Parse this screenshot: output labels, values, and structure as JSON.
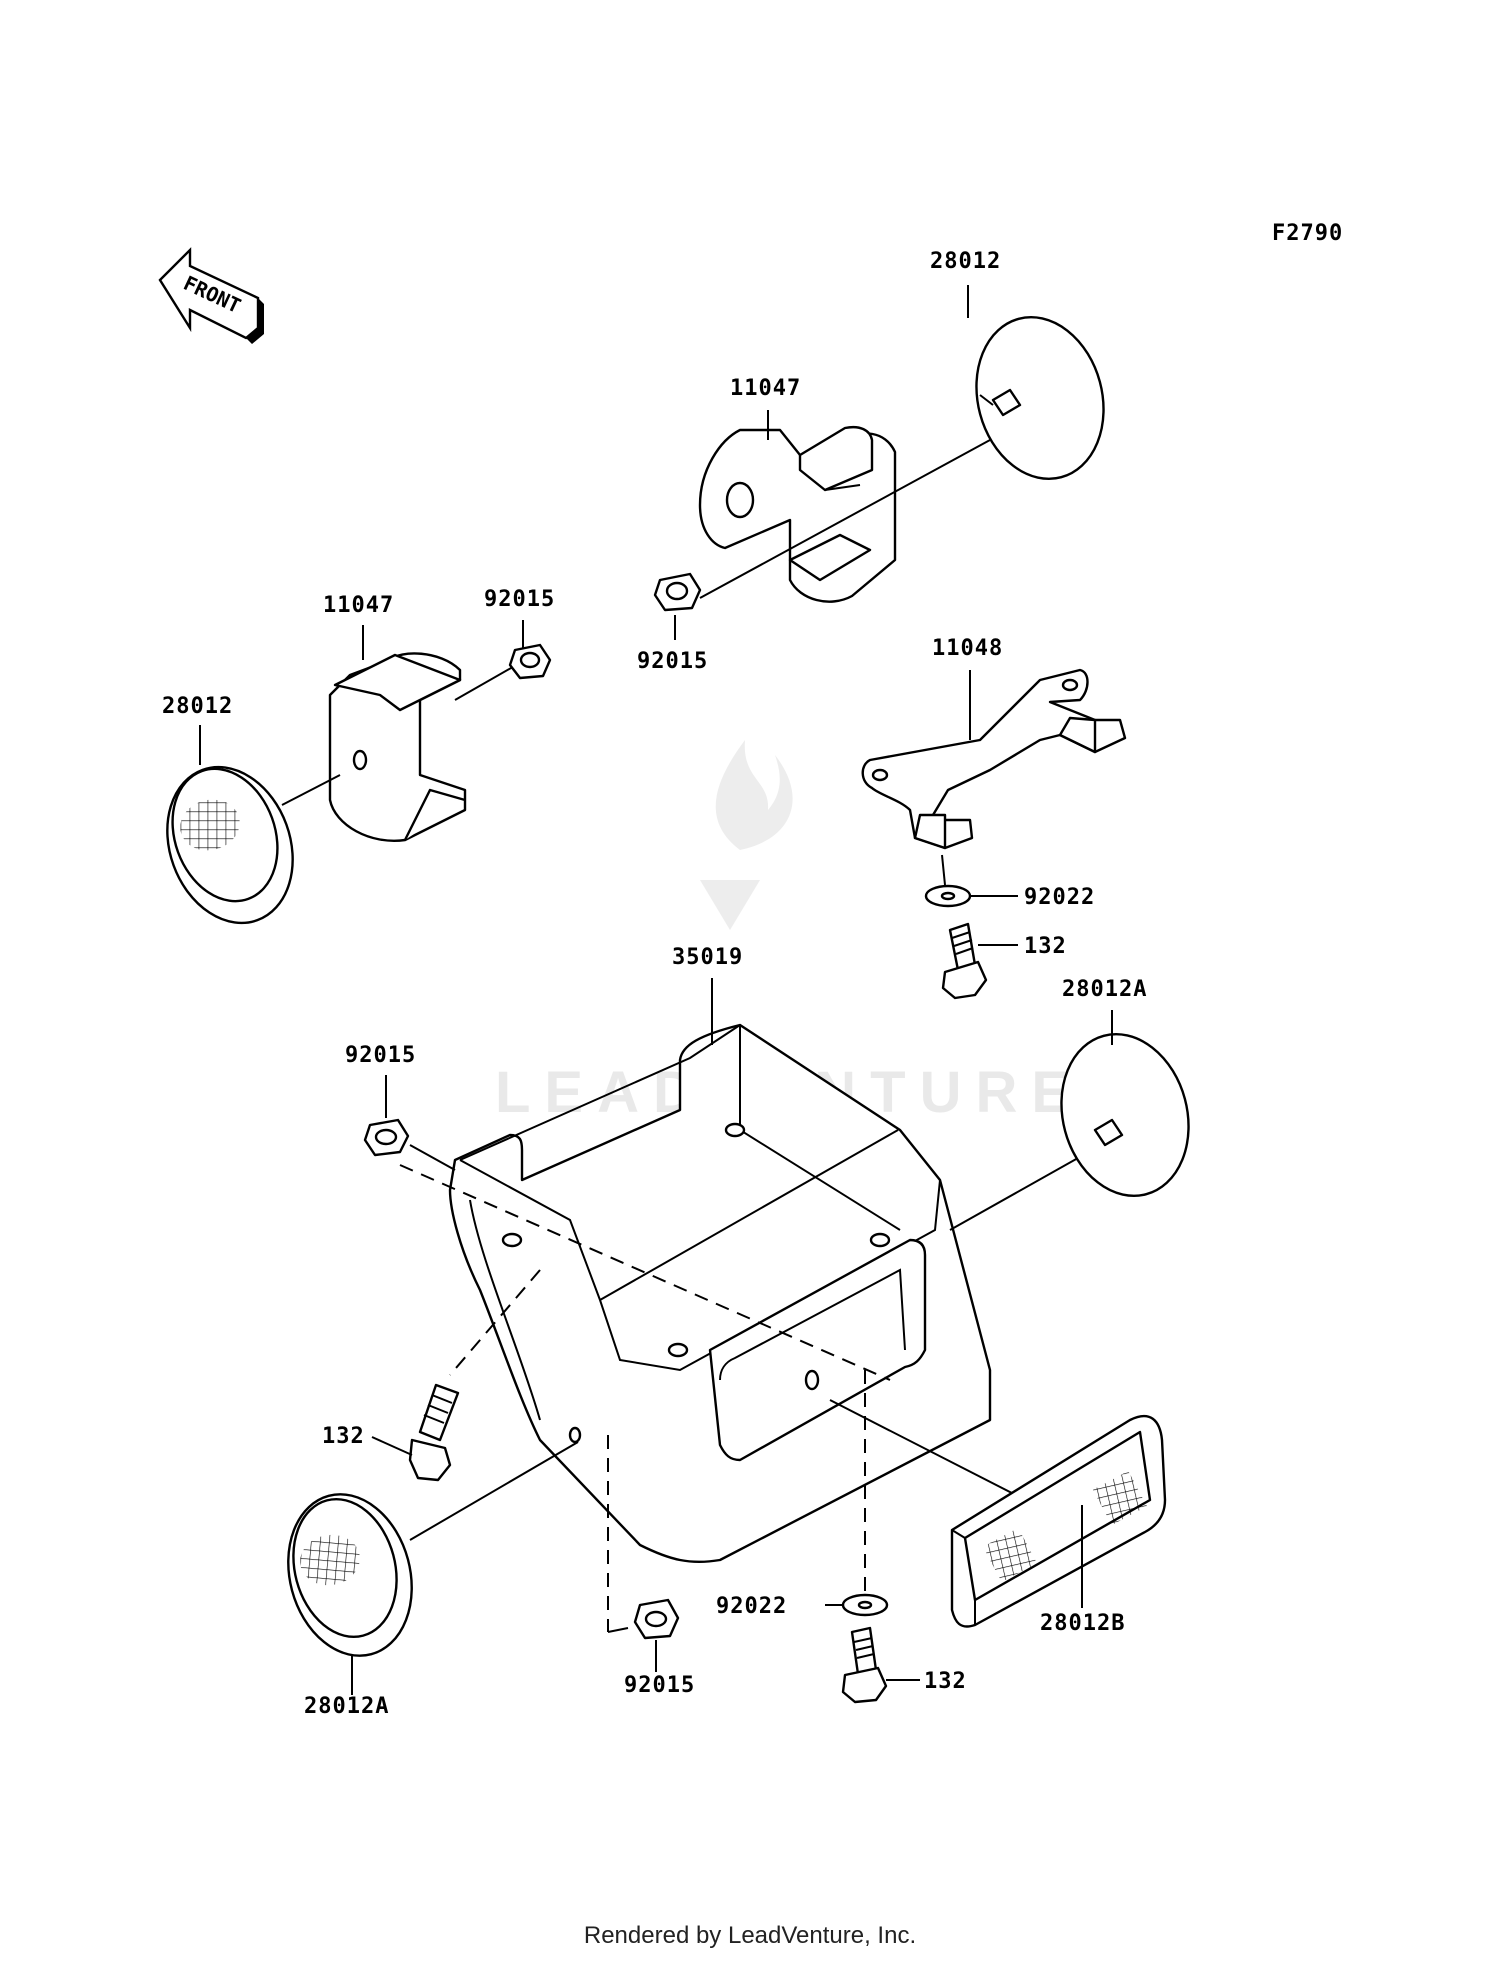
{
  "figure_id": "F2790",
  "front_arrow_label": "FRONT",
  "watermark": "LEADVENTURE",
  "footer": "Rendered by LeadVenture, Inc.",
  "callouts": {
    "reflector_upper_right": "28012",
    "bracket_upper_right": "11047",
    "nut_upper_right": "92015",
    "bracket_left": "11047",
    "nut_left": "92015",
    "reflector_left": "28012",
    "stay": "11048",
    "washer_upper": "92022",
    "bolt_upper": "132",
    "fender_bracket": "35019",
    "reflector_right": "28012A",
    "nut_mid_left": "92015",
    "bolt_left": "132",
    "reflector_lower_left": "28012A",
    "nut_lower": "92015",
    "washer_lower": "92022",
    "bolt_lower": "132",
    "reflector_rear": "28012B"
  }
}
